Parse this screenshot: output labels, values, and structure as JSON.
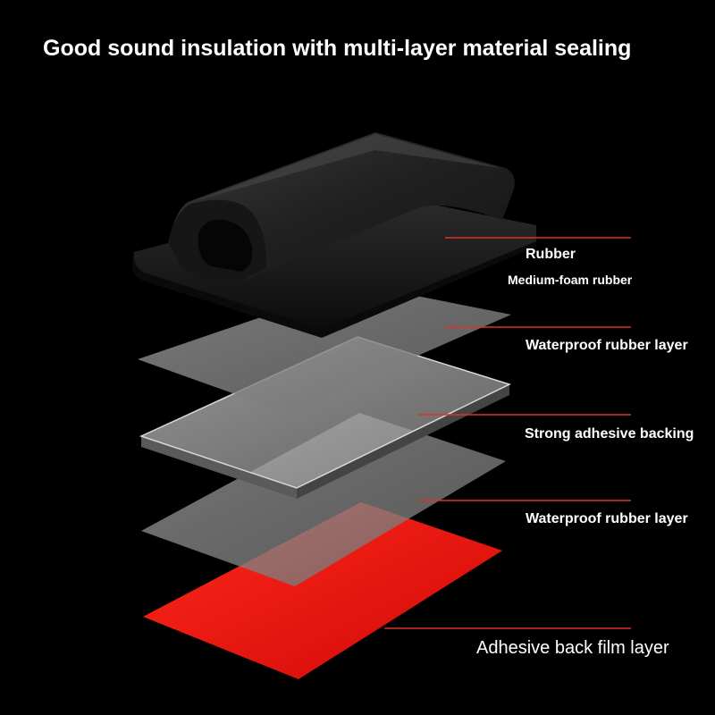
{
  "title": "Good sound insulation with multi-layer material sealing",
  "labels": {
    "rubber": "Rubber",
    "medium_foam": "Medium-foam rubber",
    "waterproof_top": "Waterproof rubber layer",
    "adhesive_backing": "Strong adhesive backing",
    "waterproof_bottom": "Waterproof rubber layer",
    "back_film": "Adhesive back film layer"
  },
  "colors": {
    "background": "#000000",
    "leader_line": "#e0302a",
    "film_red": "#f01010",
    "rubber": "#1a1a1a",
    "text": "#ffffff"
  }
}
